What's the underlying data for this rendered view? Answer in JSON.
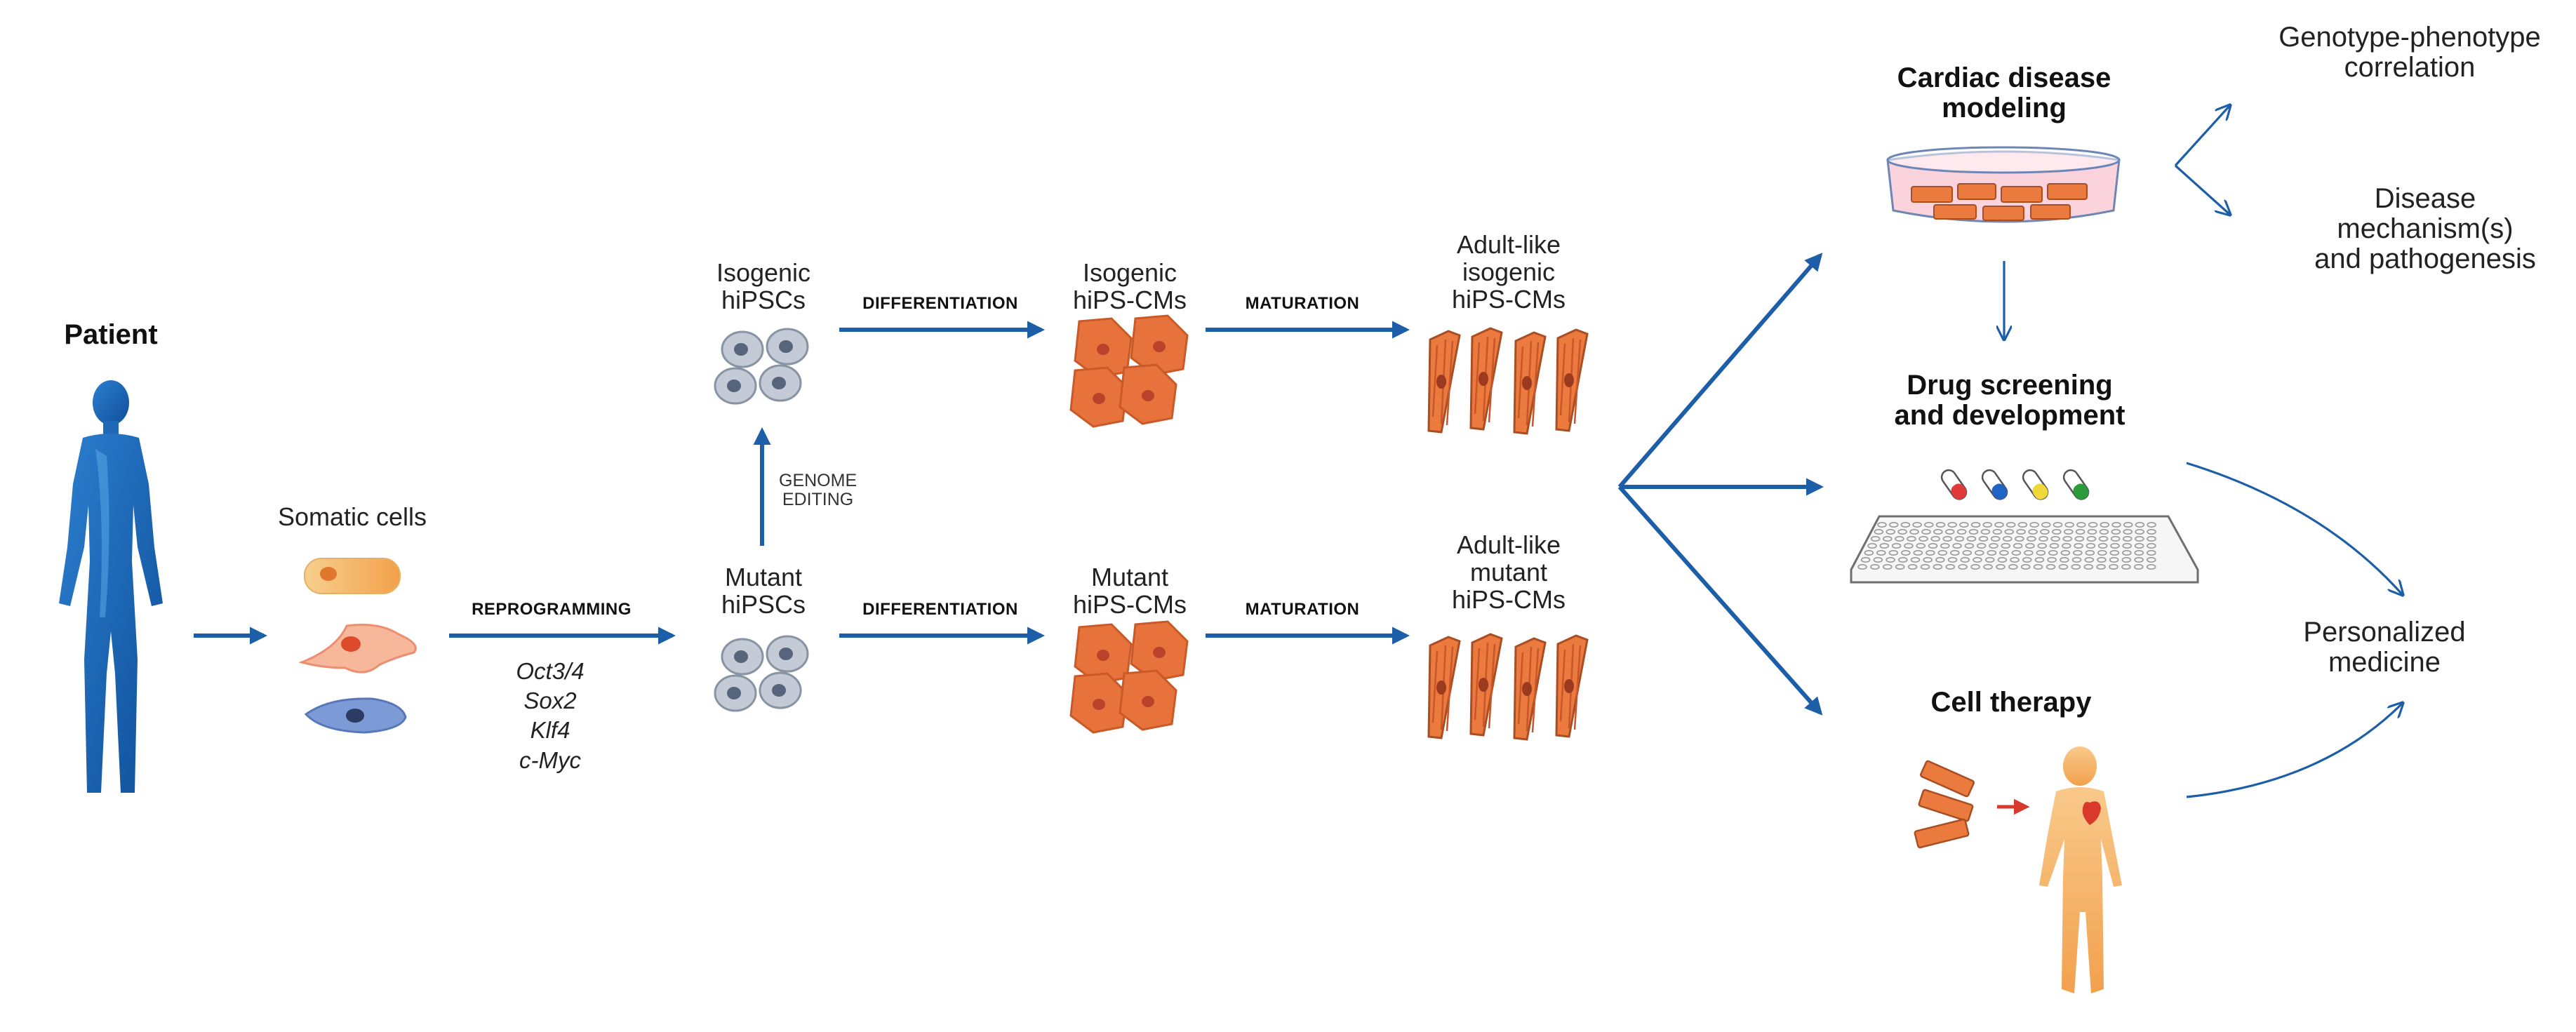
{
  "colors": {
    "arrow": "#1c5ea8",
    "arrow_red": "#d8392b",
    "cm_cell": "#e8723c",
    "hipsc_cell": "#c4cbd6",
    "background": "#fafafa"
  },
  "patient": {
    "title": "Patient"
  },
  "somatic": {
    "label": "Somatic cells"
  },
  "reprogramming": {
    "label": "REPROGRAMMING",
    "factors": [
      "Oct3/4",
      "Sox2",
      "Klf4",
      "c-Myc"
    ]
  },
  "genome_editing": {
    "line1": "GENOME",
    "line2": "EDITING"
  },
  "isogenic_row": {
    "hipscs": [
      "Isogenic",
      "hiPSCs"
    ],
    "step1": "DIFFERENTIATION",
    "cms": [
      "Isogenic",
      "hiPS-CMs"
    ],
    "step2": "MATURATION",
    "adult": [
      "Adult-like",
      "isogenic",
      "hiPS-CMs"
    ]
  },
  "mutant_row": {
    "hipscs": [
      "Mutant",
      "hiPSCs"
    ],
    "step1": "DIFFERENTIATION",
    "cms": [
      "Mutant",
      "hiPS-CMs"
    ],
    "step2": "MATURATION",
    "adult": [
      "Adult-like",
      "mutant",
      "hiPS-CMs"
    ]
  },
  "applications": {
    "modeling": [
      "Cardiac disease",
      "modeling"
    ],
    "drug": [
      "Drug screening",
      "and development"
    ],
    "therapy": "Cell therapy"
  },
  "outcomes": {
    "genotype": [
      "Genotype-phenotype",
      "correlation"
    ],
    "mechanism": [
      "Disease",
      "mechanism(s)",
      "and pathogenesis"
    ],
    "personalized": [
      "Personalized",
      "medicine"
    ]
  }
}
